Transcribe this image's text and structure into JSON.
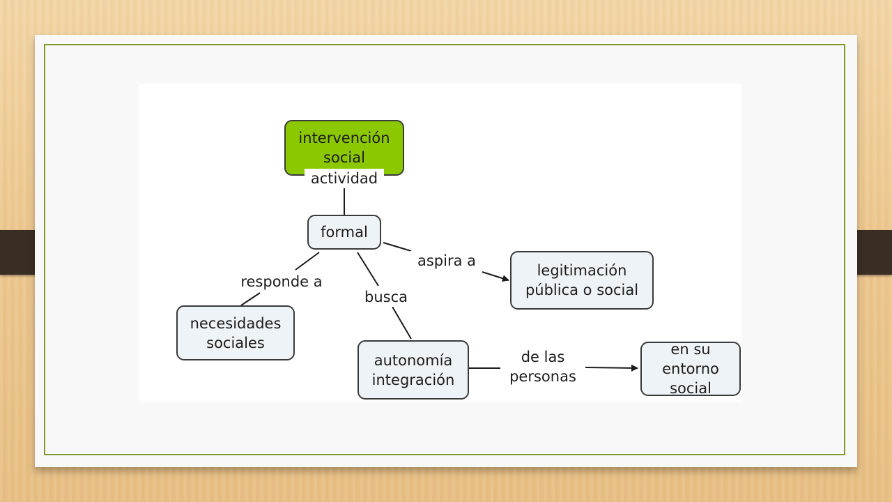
{
  "nodes": {
    "intervencion": "intervención\nsocial",
    "formal": "formal",
    "legitimacion": "legitimación\npública o social",
    "necesidades": "necesidades\nsociales",
    "autonomia": "autonomía\nintegración",
    "entorno": "en su entorno\nsocial"
  },
  "links": {
    "actividad": "actividad",
    "responde": "responde a",
    "busca": "busca",
    "aspira": "aspira a",
    "delas": "de las\npersonas"
  },
  "colors": {
    "root_fill": "#8cc800",
    "node_fill": "#eef3f7",
    "frame": "#7f9a2f"
  }
}
